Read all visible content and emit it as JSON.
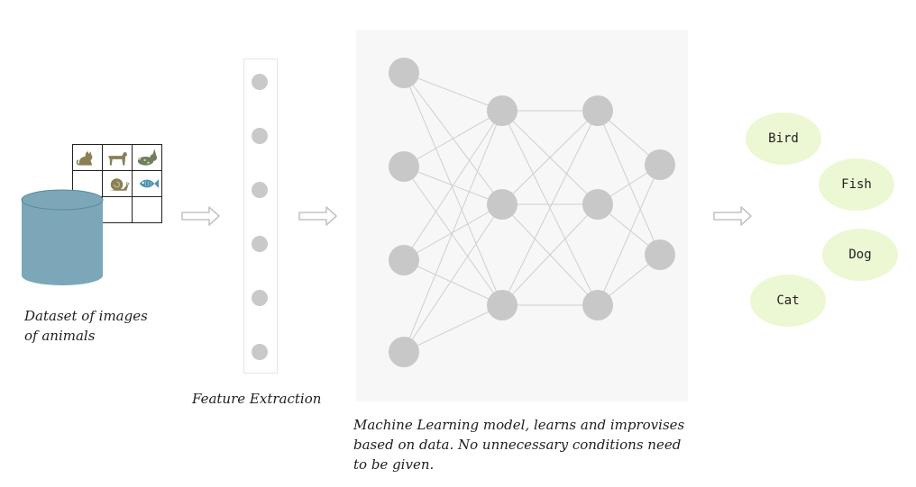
{
  "dataset": {
    "caption_line1": "Dataset of images",
    "caption_line2": "of animals",
    "cylinder_color": "#7ba7b9",
    "thumbnails": [
      {
        "icon": "cat-icon",
        "color": "#8a7f55"
      },
      {
        "icon": "dog-icon",
        "color": "#8a7f55"
      },
      {
        "icon": "rabbit-icon",
        "color": "#6f7f5f"
      },
      {
        "icon": "",
        "color": ""
      },
      {
        "icon": "snail-icon",
        "color": "#8a7f55"
      },
      {
        "icon": "fish-icon",
        "color": "#4f93ad"
      },
      {
        "icon": "",
        "color": ""
      },
      {
        "icon": "",
        "color": ""
      },
      {
        "icon": "",
        "color": ""
      }
    ]
  },
  "feature_extraction": {
    "caption": "Feature Extraction",
    "feature_count": 6
  },
  "model": {
    "caption_line1": "Machine Learning model, learns and improvises",
    "caption_line2": "based on data. No unnecessary conditions need",
    "caption_line3": "to be given.",
    "layers": [
      4,
      3,
      3,
      2
    ],
    "node_color": "#c8c8c8",
    "edge_color": "#cfcfcf",
    "panel_color": "#f7f7f7"
  },
  "outputs": {
    "classes": [
      "Bird",
      "Fish",
      "Dog",
      "Cat"
    ],
    "fill_color": "#ecf8d3"
  },
  "arrow_color": "#c4c4c4"
}
